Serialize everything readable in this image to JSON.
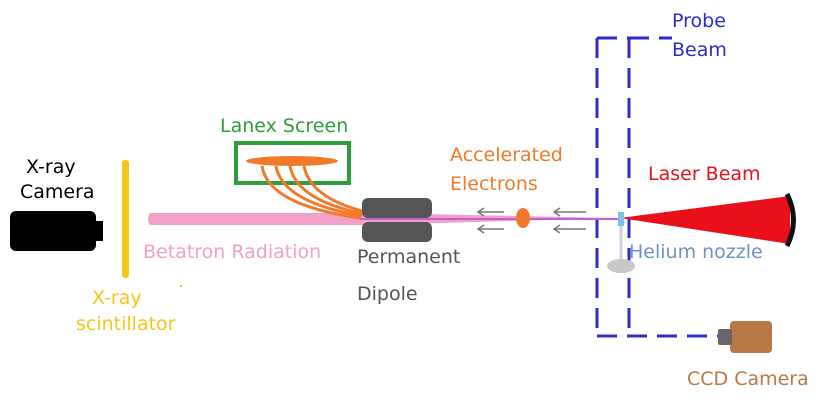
{
  "labels": {
    "probe_beam_line1": "Probe",
    "probe_beam_line2": "Beam",
    "lanex_screen": "Lanex Screen",
    "xray_camera_line1": "X-ray",
    "xray_camera_line2": "Camera",
    "accelerated_electrons_line1": "Accelerated",
    "accelerated_electrons_line2": "Electrons",
    "laser_beam": "Laser Beam",
    "betatron_radiation": "Betatron Radiation",
    "permanent_dipole_line1": "Permanent",
    "permanent_dipole_line2": "Dipole",
    "helium_nozzle": "Helium nozzle",
    "xray_scintillator_line1": "X-ray",
    "xray_scintillator_line2": "scintillator",
    "ccd_camera": "CCD Camera"
  },
  "colors": {
    "probe_beam": "#2b2bc8",
    "lanex_box": "#2e9e3a",
    "lanex_phosphor": "#f07a2a",
    "electrons": "#f07a2a",
    "laser": "#e8101a",
    "betatron": "#f2a0c8",
    "dipole": "#555555",
    "helium": "#6f8fd0",
    "scintillator": "#f5c518",
    "ccd_camera": "#b87848",
    "xray_camera": "#000000"
  },
  "icons": {
    "xray_camera": "camera-icon",
    "ccd_camera": "camera-icon"
  }
}
